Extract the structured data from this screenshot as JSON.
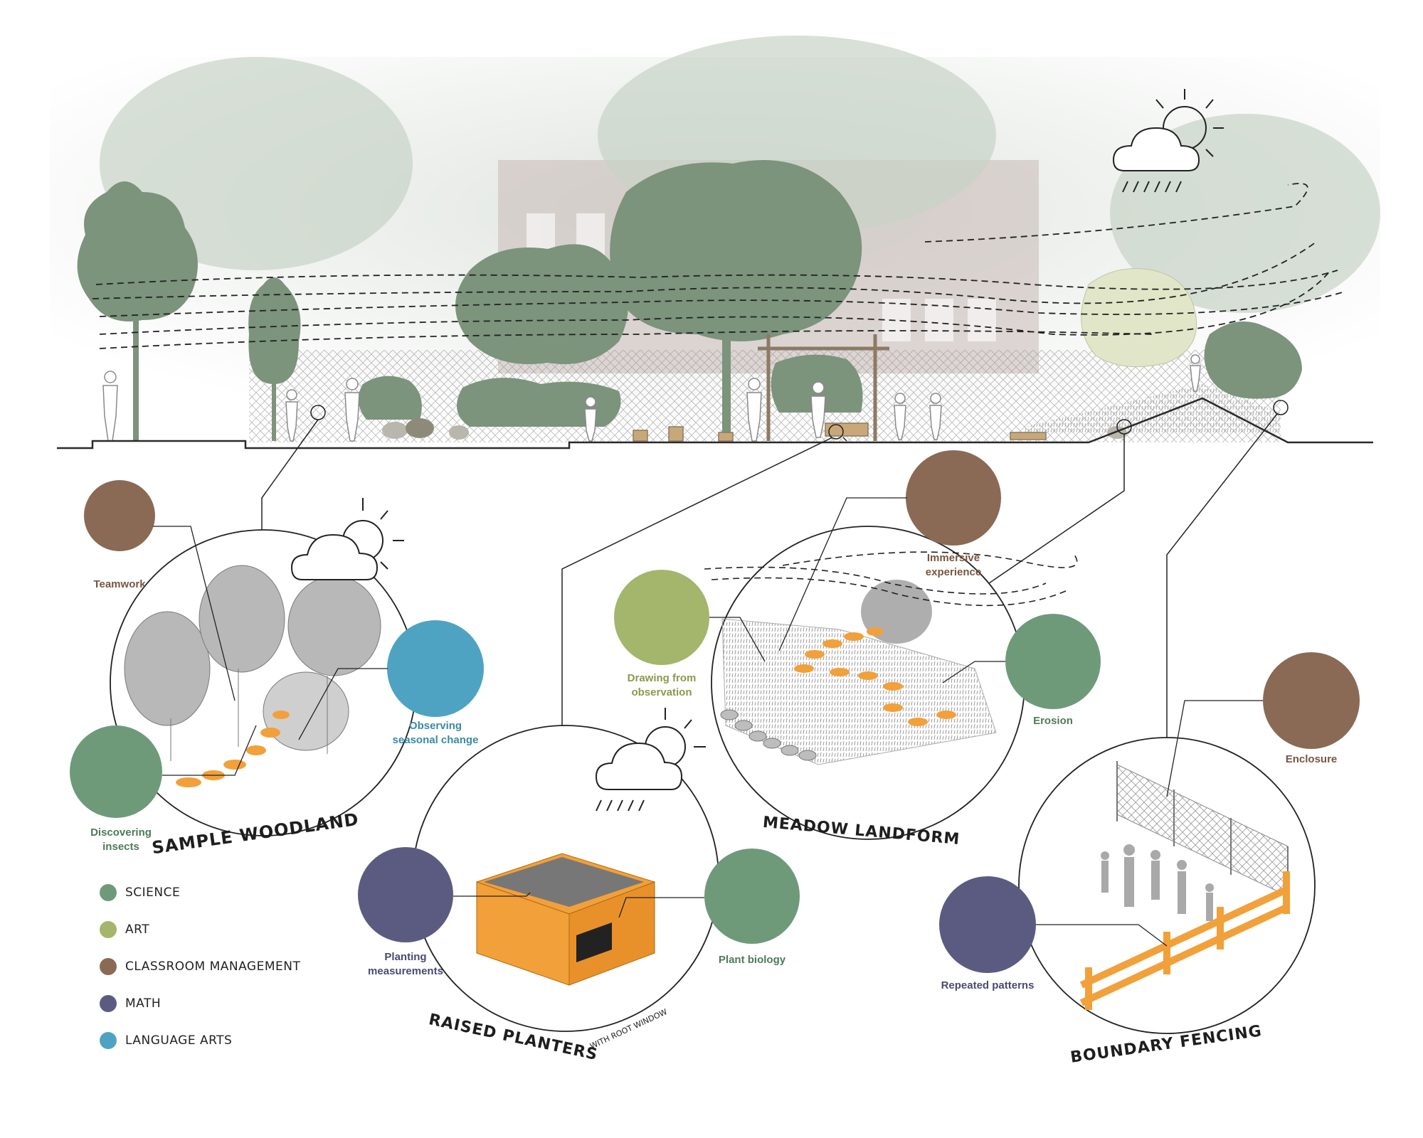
{
  "colors": {
    "science": "#6e9a7a",
    "art": "#a4b56c",
    "classroom": "#8a6a55",
    "math": "#5b5b82",
    "language": "#4fa3c2",
    "accent_orange": "#f2a03a",
    "tree_green": "#7c937c"
  },
  "zones": {
    "woodland": "SAMPLE WOODLAND",
    "planters": "RAISED PLANTERS",
    "planters_sub": "WITH ROOT WINDOW",
    "meadow": "MEADOW LANDFORM",
    "fencing": "BOUNDARY FENCING"
  },
  "labels": {
    "teamwork": "Teamwork",
    "observing_1": "Observing",
    "observing_2": "seasonal change",
    "discovering_1": "Discovering",
    "discovering_2": "insects",
    "planting_1": "Planting",
    "planting_2": "measurements",
    "plant_biology": "Plant biology",
    "drawing_1": "Drawing from",
    "drawing_2": "observation",
    "immersive_1": "Immersive",
    "immersive_2": "experience",
    "erosion": "Erosion",
    "enclosure": "Enclosure",
    "repeated": "Repeated patterns"
  },
  "legend": [
    {
      "label": "SCIENCE",
      "color": "#6e9a7a"
    },
    {
      "label": "ART",
      "color": "#a4b56c"
    },
    {
      "label": "CLASSROOM MANAGEMENT",
      "color": "#8a6a55"
    },
    {
      "label": "MATH",
      "color": "#5b5b82"
    },
    {
      "label": "LANGUAGE ARTS",
      "color": "#4fa3c2"
    }
  ]
}
